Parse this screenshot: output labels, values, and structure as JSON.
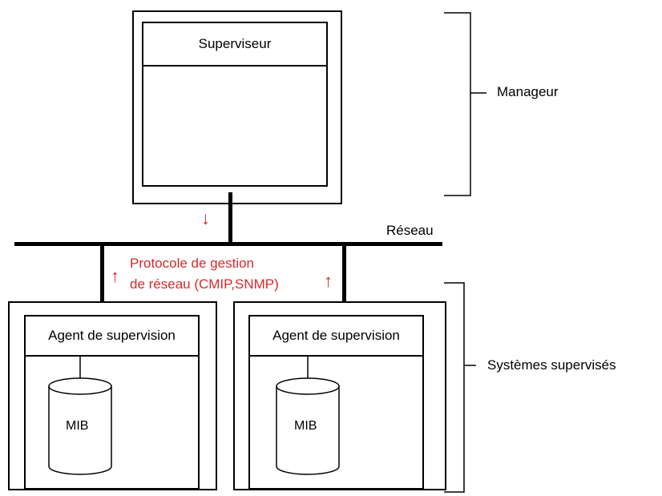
{
  "manager": {
    "title": "Superviseur",
    "group_label": "Manageur"
  },
  "network": {
    "label": "Réseau",
    "protocol_line1": "Protocole de gestion",
    "protocol_line2": "de réseau (CMIP,SNMP)",
    "arrow_down": "↓",
    "arrow_up": "↑"
  },
  "agents": [
    {
      "title": "Agent de supervision",
      "mib": "MIB"
    },
    {
      "title": "Agent de supervision",
      "mib": "MIB"
    }
  ],
  "systems_label": "Systèmes supervisés",
  "colors": {
    "arrows_and_protocol": "#d42a2a",
    "lines": "#000000"
  }
}
